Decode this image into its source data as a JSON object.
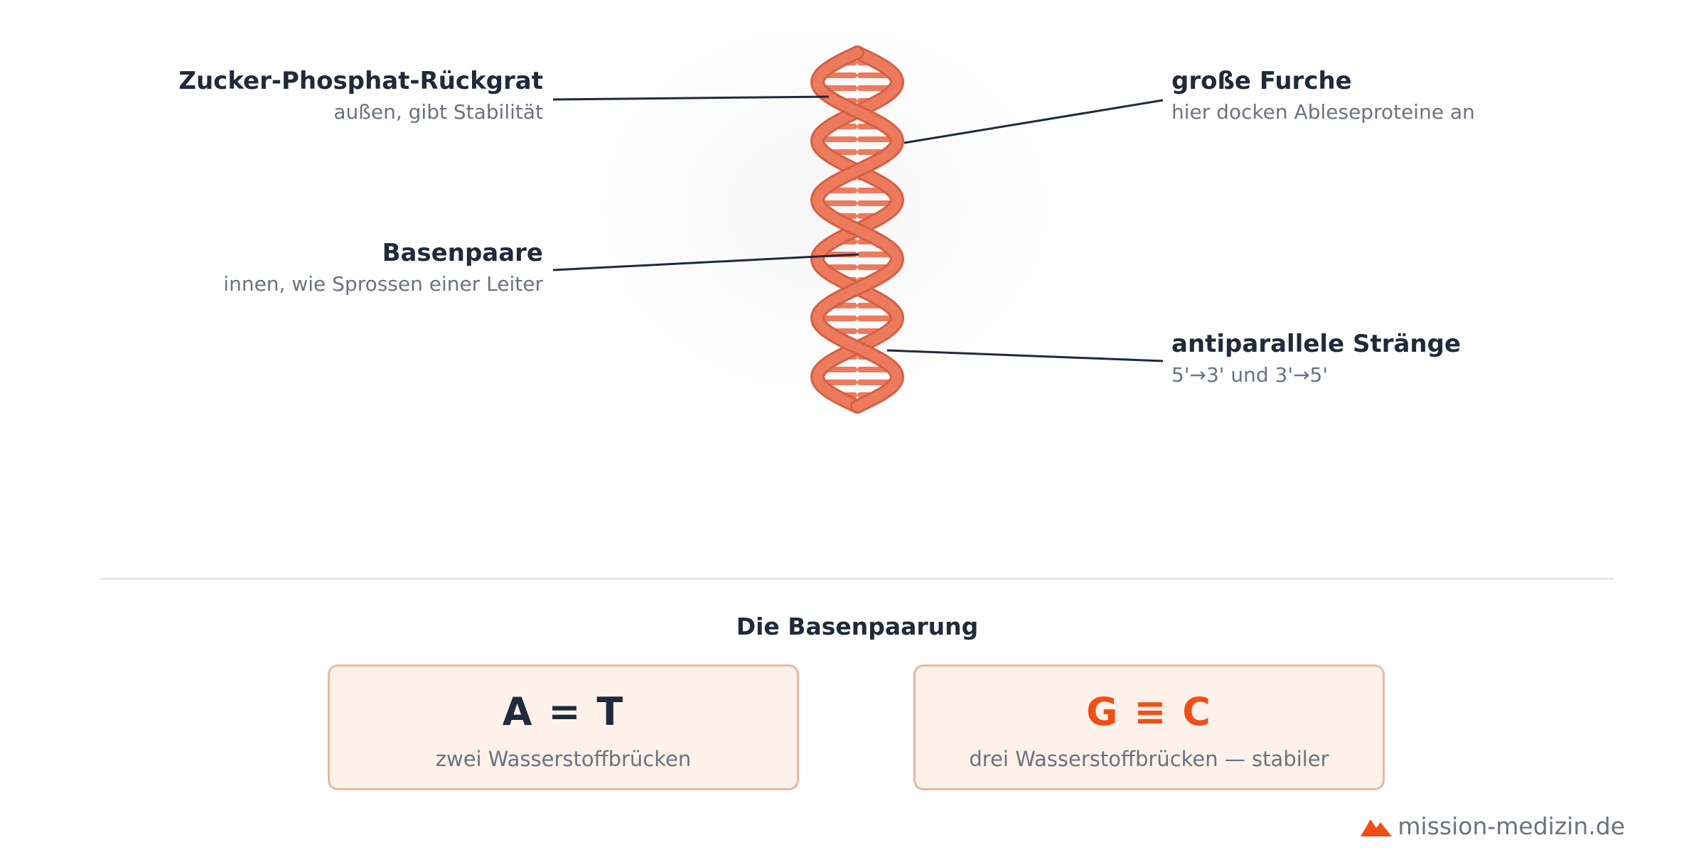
{
  "labels": {
    "backbone": {
      "title": "Zucker-Phosphat-Rückgrat",
      "subtitle": "außen, gibt Stabilität"
    },
    "major_groove": {
      "title": "große Furche",
      "subtitle": "hier docken Ableseproteine an"
    },
    "base_pairs": {
      "title": "Basenpaare",
      "subtitle": "innen, wie Sprossen einer Leiter"
    },
    "antiparallel": {
      "title": "antiparallele Stränge",
      "subtitle": "5'→3' und 3'→5'"
    }
  },
  "pairing": {
    "title": "Die Basenpaarung",
    "at": {
      "formula": "A = T",
      "description": "zwei Wasserstoffbrücken"
    },
    "gc": {
      "formula": "G ≡ C",
      "description": "drei Wasserstoffbrücken — stabiler"
    }
  },
  "brand": {
    "text": "mission-medizin.de",
    "icon": "mountain-logo-icon"
  },
  "colors": {
    "helix": "#ec7a5c",
    "helix_dark": "#d65f42",
    "text_dark": "#1f2a3c",
    "text_muted": "#6b7280",
    "accent": "#f04e14",
    "card_bg": "#fdf1ea",
    "card_border": "#e8b9a1"
  }
}
